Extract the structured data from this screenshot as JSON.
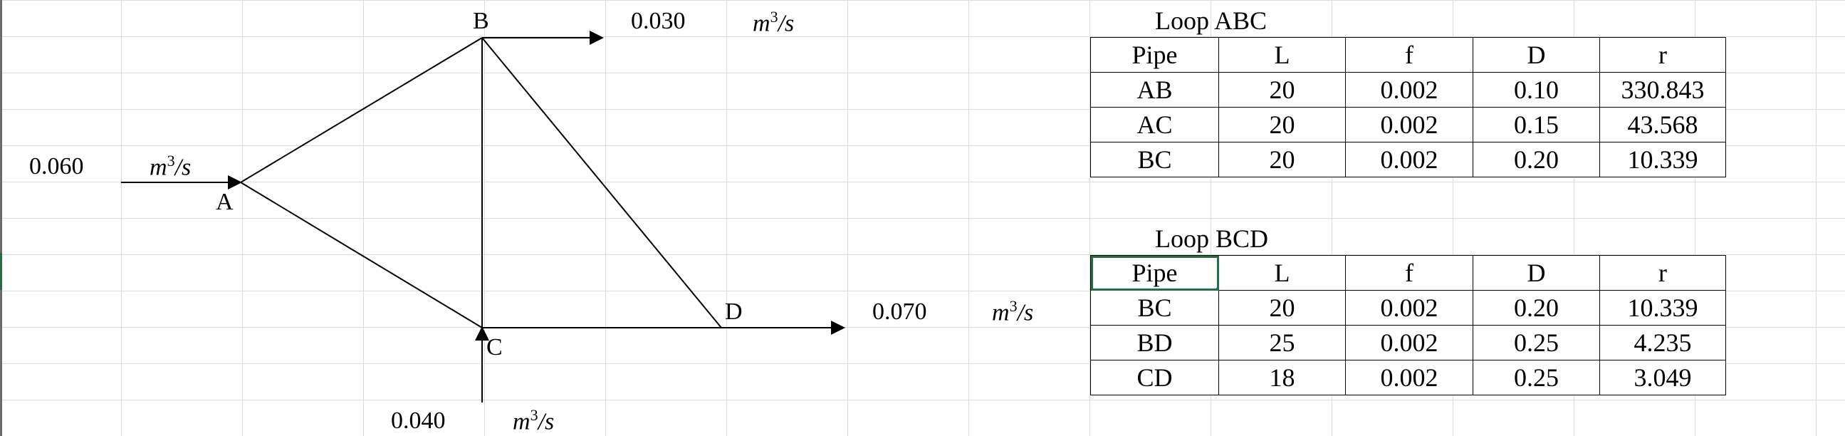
{
  "diagram": {
    "nodes": {
      "A": "A",
      "B": "B",
      "C": "C",
      "D": "D"
    },
    "flows": {
      "inflow_A": {
        "value": "0.060",
        "unit_base": "m",
        "unit_exp": "3",
        "unit_rest": "/s"
      },
      "outflow_B": {
        "value": "0.030",
        "unit_base": "m",
        "unit_exp": "3",
        "unit_rest": "/s"
      },
      "outflow_D": {
        "value": "0.070",
        "unit_base": "m",
        "unit_exp": "3",
        "unit_rest": "/s"
      },
      "inflow_C": {
        "value": "0.040",
        "unit_base": "m",
        "unit_exp": "3",
        "unit_rest": "/s"
      }
    }
  },
  "tables": [
    {
      "title": "Loop ABC",
      "headers": [
        "Pipe",
        "L",
        "f",
        "D",
        "r"
      ],
      "rows": [
        [
          "AB",
          "20",
          "0.002",
          "0.10",
          "330.843"
        ],
        [
          "AC",
          "20",
          "0.002",
          "0.15",
          "43.568"
        ],
        [
          "BC",
          "20",
          "0.002",
          "0.20",
          "10.339"
        ]
      ]
    },
    {
      "title": "Loop BCD",
      "headers": [
        "Pipe",
        "L",
        "f",
        "D",
        "r"
      ],
      "rows": [
        [
          "BC",
          "20",
          "0.002",
          "0.20",
          "10.339"
        ],
        [
          "BD",
          "25",
          "0.002",
          "0.25",
          "4.235"
        ],
        [
          "CD",
          "18",
          "0.002",
          "0.25",
          "3.049"
        ]
      ]
    }
  ],
  "selected_cell": "Pipe (Loop BCD header)",
  "colors": {
    "selection": "#1e7145",
    "grid": "#dcdcdc",
    "line": "#000000"
  }
}
